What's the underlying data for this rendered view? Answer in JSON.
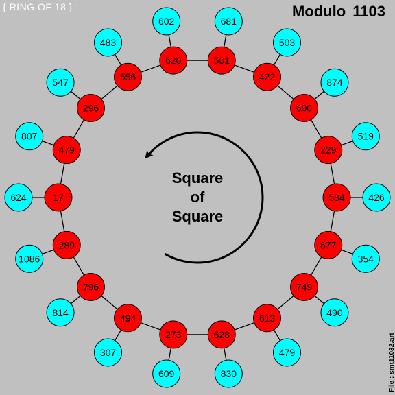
{
  "header": {
    "ring_label": "{ RING OF 18 } :",
    "title": "Modulo  1103"
  },
  "center": {
    "line1": "Square",
    "line2": "of",
    "line3": "Square"
  },
  "file_label": "File : smt11032.art",
  "colors": {
    "background": "#c0c0c0",
    "ring_node": "#ff0000",
    "outer_node": "#00ffff",
    "stroke": "#000000"
  },
  "ring": [
    {
      "inner": "501",
      "outer": "681"
    },
    {
      "inner": "422",
      "outer": "503"
    },
    {
      "inner": "600",
      "outer": "874"
    },
    {
      "inner": "229",
      "outer": "519"
    },
    {
      "inner": "584",
      "outer": "426"
    },
    {
      "inner": "677",
      "outer": "354"
    },
    {
      "inner": "749",
      "outer": "490"
    },
    {
      "inner": "613",
      "outer": "479"
    },
    {
      "inner": "628",
      "outer": "830"
    },
    {
      "inner": "273",
      "outer": "609"
    },
    {
      "inner": "494",
      "outer": "307"
    },
    {
      "inner": "796",
      "outer": "814"
    },
    {
      "inner": "289",
      "outer": "1086"
    },
    {
      "inner": "17",
      "outer": "624"
    },
    {
      "inner": "479",
      "outer": "807"
    },
    {
      "inner": "296",
      "outer": "547"
    },
    {
      "inner": "556",
      "outer": "483"
    },
    {
      "inner": "620",
      "outer": "602"
    }
  ]
}
